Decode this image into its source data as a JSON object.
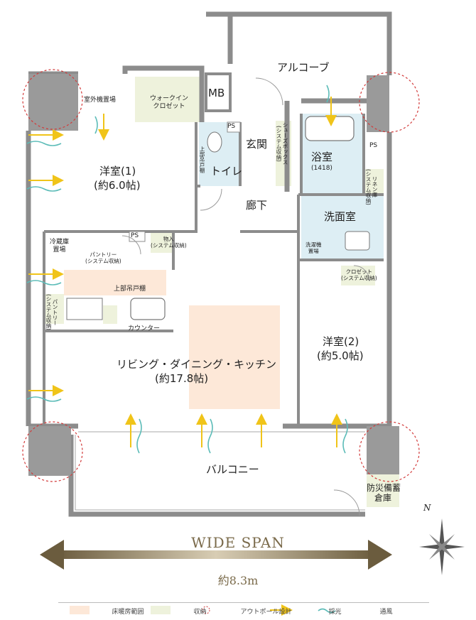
{
  "colors": {
    "wall": "#8c8c8c",
    "floor_heating": "#fde8d8",
    "storage": "#eef2dc",
    "bath": "#ddeef4",
    "outpole": "#d23a3a",
    "light": "#f0c419",
    "wind": "#5cbcb8",
    "span": "#8a7a5a"
  },
  "rooms": {
    "alcove": "アルコーブ",
    "outdoor_unit": "室外機置場",
    "walkin": "ウォークイン\nクロゼット",
    "mb": "MB",
    "ps": "PS",
    "entrance": "玄関",
    "shoes_box": "シューズボックス\n(システム収納)",
    "bath": "浴室",
    "bath_size": "(1418)",
    "linen": "リネン庫\n(システム収納)",
    "western1": "洋室(1)",
    "western1_size": "(約6.0帖)",
    "upper_shelf_v": "上部吊戸棚",
    "toilet": "トイレ",
    "hallway": "廊下",
    "washroom": "洗面室",
    "fridge": "冷蔵庫\n置場",
    "pantry": "パントリー\n(システム収納)",
    "storage_in": "物入\n(システム収納)",
    "washer": "洗濯機\n置場",
    "closet": "クロゼット\n(システム収納)",
    "upper_shelf": "上部吊戸棚",
    "pantry_v": "パントリー\n(システム収納)",
    "counter": "カウンター",
    "ldk": "リビング・ダイニング・キッチン",
    "ldk_size": "(約17.8帖)",
    "western2": "洋室(2)",
    "western2_size": "(約5.0帖)",
    "balcony": "バルコニー",
    "disaster": "防災備蓄\n倉庫"
  },
  "span": {
    "title": "WIDE SPAN",
    "width": "約8.3m"
  },
  "north": "N",
  "legend": {
    "floor_heating": "床暖房範囲",
    "storage": "収納",
    "outpole": "アウトポール設計",
    "light": "採光",
    "wind": "通風"
  }
}
